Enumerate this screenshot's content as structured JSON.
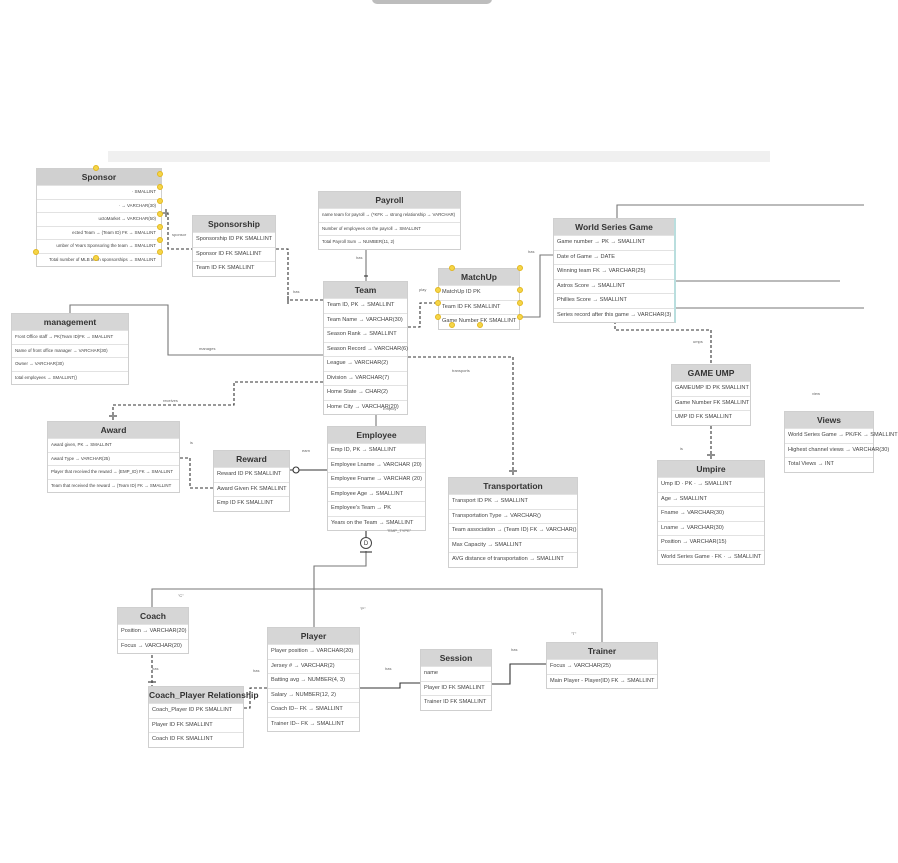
{
  "colors": {
    "header": "#d6d6d6",
    "border": "#cfcfcf",
    "handle": "#f5d547",
    "line": "#333333"
  },
  "entities": {
    "sponsor": {
      "title": "Sponsor",
      "rows": [
        "· SMALLINT",
        "· → VARCHAR(30)",
        "uctoMarket → VARCHAR(50)",
        "ected Team → (Team ID) FK → SMALLINT",
        "umber of Years Sponsoring the team → SMALLINT",
        "Total number of MLB team sponsorships → SMALLINT"
      ]
    },
    "sponsorship": {
      "title": "Sponsorship",
      "rows": [
        "Sponsorship ID PK SMALLINT",
        "Sponsor ID FK SMALLINT",
        "Team ID FK SMALLINT"
      ]
    },
    "payroll": {
      "title": "Payroll",
      "rows": [
        "name team for payroll → (*KFK → strong relationship → VARCHAR)",
        "Number of employees on the payroll → SMALLINT",
        "Total Payroll Sum → NUMBER(11, 2)"
      ]
    },
    "world_series_game": {
      "title": "World Series Game",
      "rows": [
        "Game number → PK → SMALLINT",
        "Date of Game → DATE",
        "Winning team FK → VARCHAR(25)",
        "Astros Score → SMALLINT",
        "Phillies Score → SMALLINT",
        "Series record after this game → VARCHAR(3)"
      ]
    },
    "management": {
      "title": "management",
      "rows": [
        "Front Office staff → PK(Team ID)FK → SMALLINT",
        "Name of front office manager → VARCHAR(30)",
        "Owner → VARCHAR(30)",
        "total employees → SMALLINT()"
      ]
    },
    "team": {
      "title": "Team",
      "rows": [
        "Team ID, PK → SMALLINT",
        "Team Name → VARCHAR(30)",
        "Season Rank → SMALLINT",
        "Season Record → VARCHAR(6)",
        "League → VARCHAR(2)",
        "Division → VARCHAR(7)",
        "Home State → CHAR(2)",
        "Home City → VARCHAR(20)"
      ]
    },
    "matchup": {
      "title": "MatchUp",
      "rows": [
        "MatchUp ID PK",
        "Team ID FK SMALLINT",
        "Game Number FK SMALLINT"
      ]
    },
    "game_ump": {
      "title": "GAME UMP",
      "rows": [
        "GAMEUMP ID PK SMALLINT",
        "Game Number FK SMALLINT",
        "UMP ID FK SMALLINT"
      ]
    },
    "views": {
      "title": "Views",
      "rows": [
        "World Series Game → PK/FK → SMALLINT",
        "Highest channel views → VARCHAR(30)",
        "Total Views → INT"
      ]
    },
    "award": {
      "title": "Award",
      "rows": [
        "Award given, PK → SMALLINT",
        "Award Type → VARCHAR(25)",
        "Player that received the reward → (EMP_ID) FK → SMALLINT",
        "Team that received the reward → (Team ID) FK → SMALLINT"
      ]
    },
    "reward": {
      "title": "Reward",
      "rows": [
        "Reward ID PK SMALLINT",
        "Award Given FK SMALLINT",
        "Emp ID FK SMALLINT"
      ]
    },
    "employee": {
      "title": "Employee",
      "rows": [
        "Emp ID, PK → SMALLINT",
        "Employee Lname → VARCHAR (20)",
        "Employee Fname → VARCHAR (20)",
        "Employee Age → SMALLINT",
        "Employee's Team → PK",
        "Years on the Team → SMALLINT"
      ]
    },
    "transportation": {
      "title": "Transportation",
      "rows": [
        "Transport ID PK → SMALLINT",
        "Transportation Type → VARCHAR()",
        "Team association → (Team ID) FK → VARCHAR()",
        "Max Capacity → SMALLINT",
        "AVG distance of transportation → SMALLINT"
      ]
    },
    "umpire": {
      "title": "Umpire",
      "rows": [
        "Ump ID · PK · → SMALLINT",
        "Age → SMALLINT",
        "Fname → VARCHAR(30)",
        "Lname → VARCHAR(30)",
        "Position → VARCHAR(15)",
        "World Series Game · FK · → SMALLINT"
      ]
    },
    "coach": {
      "title": "Coach",
      "rows": [
        "Position → VARCHAR(20)",
        "Focus → VARCHAR(20)"
      ]
    },
    "player": {
      "title": "Player",
      "rows": [
        "Player position → VARCHAR(20)",
        "Jersey # → VARCHAR(2)",
        "Batting avg → NUMBER(4, 3)",
        "Salary → NUMBER(12, 2)",
        "Coach ID-- FK → SMALLINT",
        "Trainer ID-- FK → SMALLINT"
      ]
    },
    "session": {
      "title": "Session",
      "rows": [
        "name",
        "Player ID FK SMALLINT",
        "Trainer ID FK SMALLINT"
      ]
    },
    "trainer": {
      "title": "Trainer",
      "rows": [
        "Focus → VARCHAR(25)",
        "Main Player - Player(ID) FK → SMALLINT"
      ]
    },
    "coach_player": {
      "title": "Coach_Player Relationship",
      "rows": [
        "Coach_Player ID PK SMALLINT",
        "Player ID FK SMALLINT",
        "Coach ID FK SMALLINT"
      ]
    }
  },
  "labels": {
    "sponsor_lbl": "sponsor",
    "has1": "has",
    "has2": "has",
    "has3": "has",
    "plays": "play",
    "has_wsg": "has",
    "manages": "manages",
    "receives": "receives",
    "is1": "is",
    "earn": "earn",
    "employ": "Employ",
    "transports": "transports",
    "umps": "umps",
    "is2": "is",
    "views": "view",
    "emp_type": "\"EMP_TYPE\"",
    "disjoint": "D",
    "c_lbl": "\"C\"",
    "p_lbl": "\"P\"",
    "t_lbl": "\"T\"",
    "has4": "has",
    "has5": "has",
    "has6": "has",
    "has7": "has"
  }
}
